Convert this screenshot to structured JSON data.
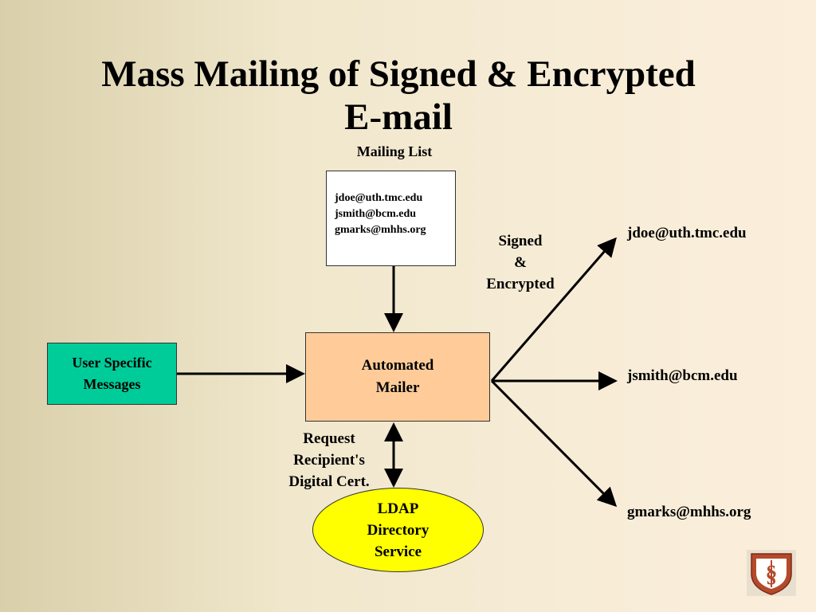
{
  "title": {
    "line1": "Mass Mailing of Signed & Encrypted",
    "line2": "E-mail"
  },
  "mailing_list": {
    "label": "Mailing List",
    "entries": [
      "jdoe@uth.tmc.edu",
      "jsmith@bcm.edu",
      "gmarks@mhhs.org"
    ]
  },
  "user_messages": {
    "label": "User Specific\nMessages",
    "color": "#00cc99"
  },
  "mailer": {
    "label": "Automated\nMailer",
    "color": "#ffcc99"
  },
  "ldap": {
    "label": "LDAP\nDirectory\nService",
    "color": "#ffff00"
  },
  "request_label": "Request\nRecipient's\nDigital Cert.",
  "signed_label": "Signed\n&\nEncrypted",
  "recipients": [
    "jdoe@uth.tmc.edu",
    "jsmith@bcm.edu",
    "gmarks@mhhs.org"
  ],
  "logo": {
    "icon": "university-shield-logo",
    "colors": [
      "#b5492b",
      "#ffffff"
    ]
  }
}
